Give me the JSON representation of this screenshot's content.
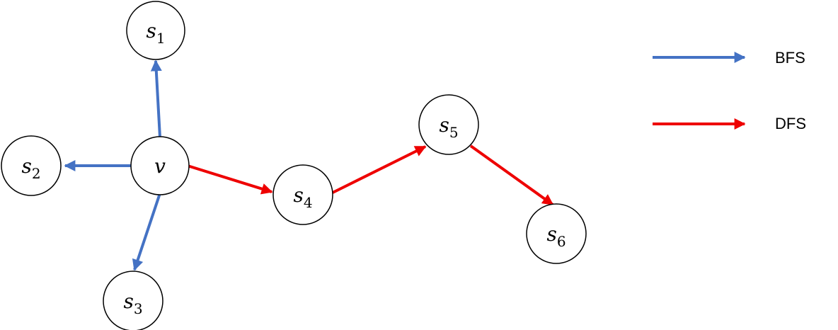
{
  "colors": {
    "bfs": "#4472C4",
    "dfs": "#EE0000",
    "node_stroke": "#000000"
  },
  "nodes": {
    "v": {
      "base": "v",
      "sub": ""
    },
    "s1": {
      "base": "s",
      "sub": "1"
    },
    "s2": {
      "base": "s",
      "sub": "2"
    },
    "s3": {
      "base": "s",
      "sub": "3"
    },
    "s4": {
      "base": "s",
      "sub": "4"
    },
    "s5": {
      "base": "s",
      "sub": "5"
    },
    "s6": {
      "base": "s",
      "sub": "6"
    }
  },
  "edges": [
    {
      "from": "v",
      "to": "s1",
      "type": "bfs"
    },
    {
      "from": "v",
      "to": "s2",
      "type": "bfs"
    },
    {
      "from": "v",
      "to": "s3",
      "type": "bfs"
    },
    {
      "from": "v",
      "to": "s4",
      "type": "dfs"
    },
    {
      "from": "s4",
      "to": "s5",
      "type": "dfs"
    },
    {
      "from": "s5",
      "to": "s6",
      "type": "dfs"
    }
  ],
  "legend": {
    "bfs_label": "BFS",
    "dfs_label": "DFS"
  }
}
